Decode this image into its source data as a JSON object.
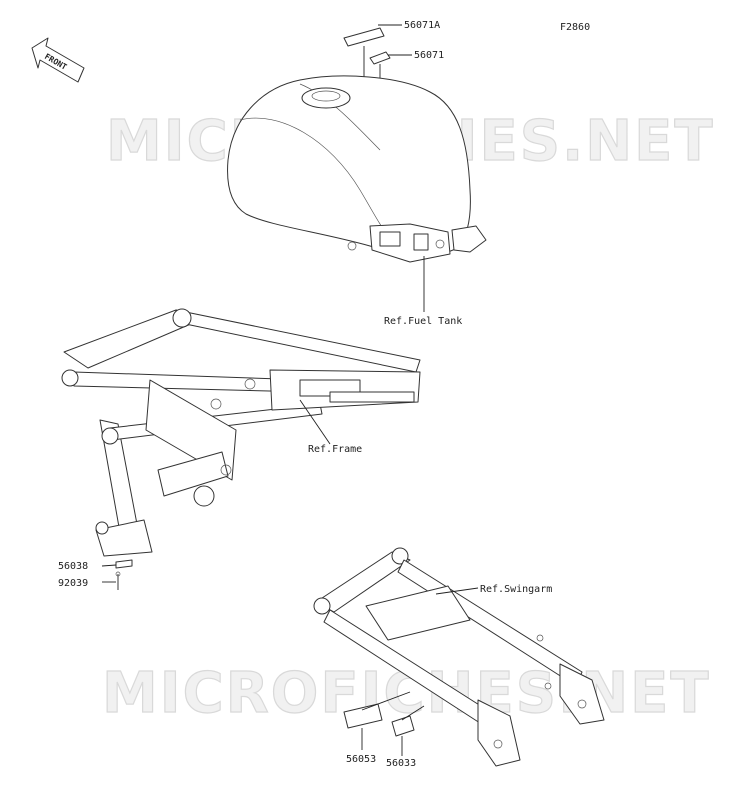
{
  "figure_code": "F2860",
  "front_arrow_text": "FRONT",
  "watermark": "MICROFICHES.NET",
  "labels": {
    "p56071A": "56071A",
    "p56071": "56071",
    "fuel_tank": "Ref.Fuel Tank",
    "frame": "Ref.Frame",
    "swingarm": "Ref.Swingarm",
    "p56038": "56038",
    "p92039": "92039",
    "p56053": "56053",
    "p56033": "56033"
  }
}
